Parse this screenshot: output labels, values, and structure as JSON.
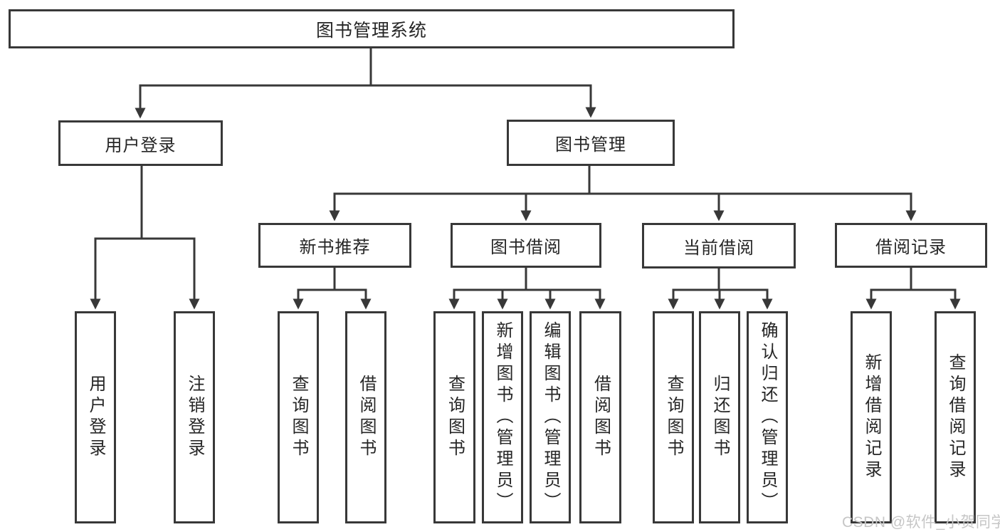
{
  "diagram_title": "图书管理系统",
  "nodes": {
    "root": {
      "label": "图书管理系统"
    },
    "level2": {
      "user_login": {
        "label": "用户登录"
      },
      "book_management": {
        "label": "图书管理"
      }
    },
    "level3": {
      "new_book_recommend": {
        "label": "新书推荐"
      },
      "book_borrowing": {
        "label": "图书借阅"
      },
      "current_borrowing": {
        "label": "当前借阅"
      },
      "borrowing_records": {
        "label": "借阅记录"
      }
    },
    "leaves": {
      "user_login": {
        "label": "用户登录"
      },
      "logout": {
        "label": "注销登录"
      },
      "query_book_recommend": {
        "label": "查询图书"
      },
      "borrow_book_recommend": {
        "label": "借阅图书"
      },
      "query_book_borrowing": {
        "label": "查询图书"
      },
      "add_book_admin": {
        "label": "新增图书（管理员）"
      },
      "edit_book_admin": {
        "label": "编辑图书（管理员）"
      },
      "borrow_book_borrowing": {
        "label": "借阅图书"
      },
      "query_book_current": {
        "label": "查询图书"
      },
      "return_book": {
        "label": "归还图书"
      },
      "confirm_return_admin": {
        "label": "确认归还（管理员）"
      },
      "add_borrow_record": {
        "label": "新增借阅记录"
      },
      "query_borrow_record": {
        "label": "查询借阅记录"
      }
    }
  },
  "watermark": {
    "text": "CSDN @软件_小贺同学",
    "color": "#c6c6c6"
  },
  "colors": {
    "line": "#383838",
    "text": "#262626",
    "background": "#ffffff"
  }
}
